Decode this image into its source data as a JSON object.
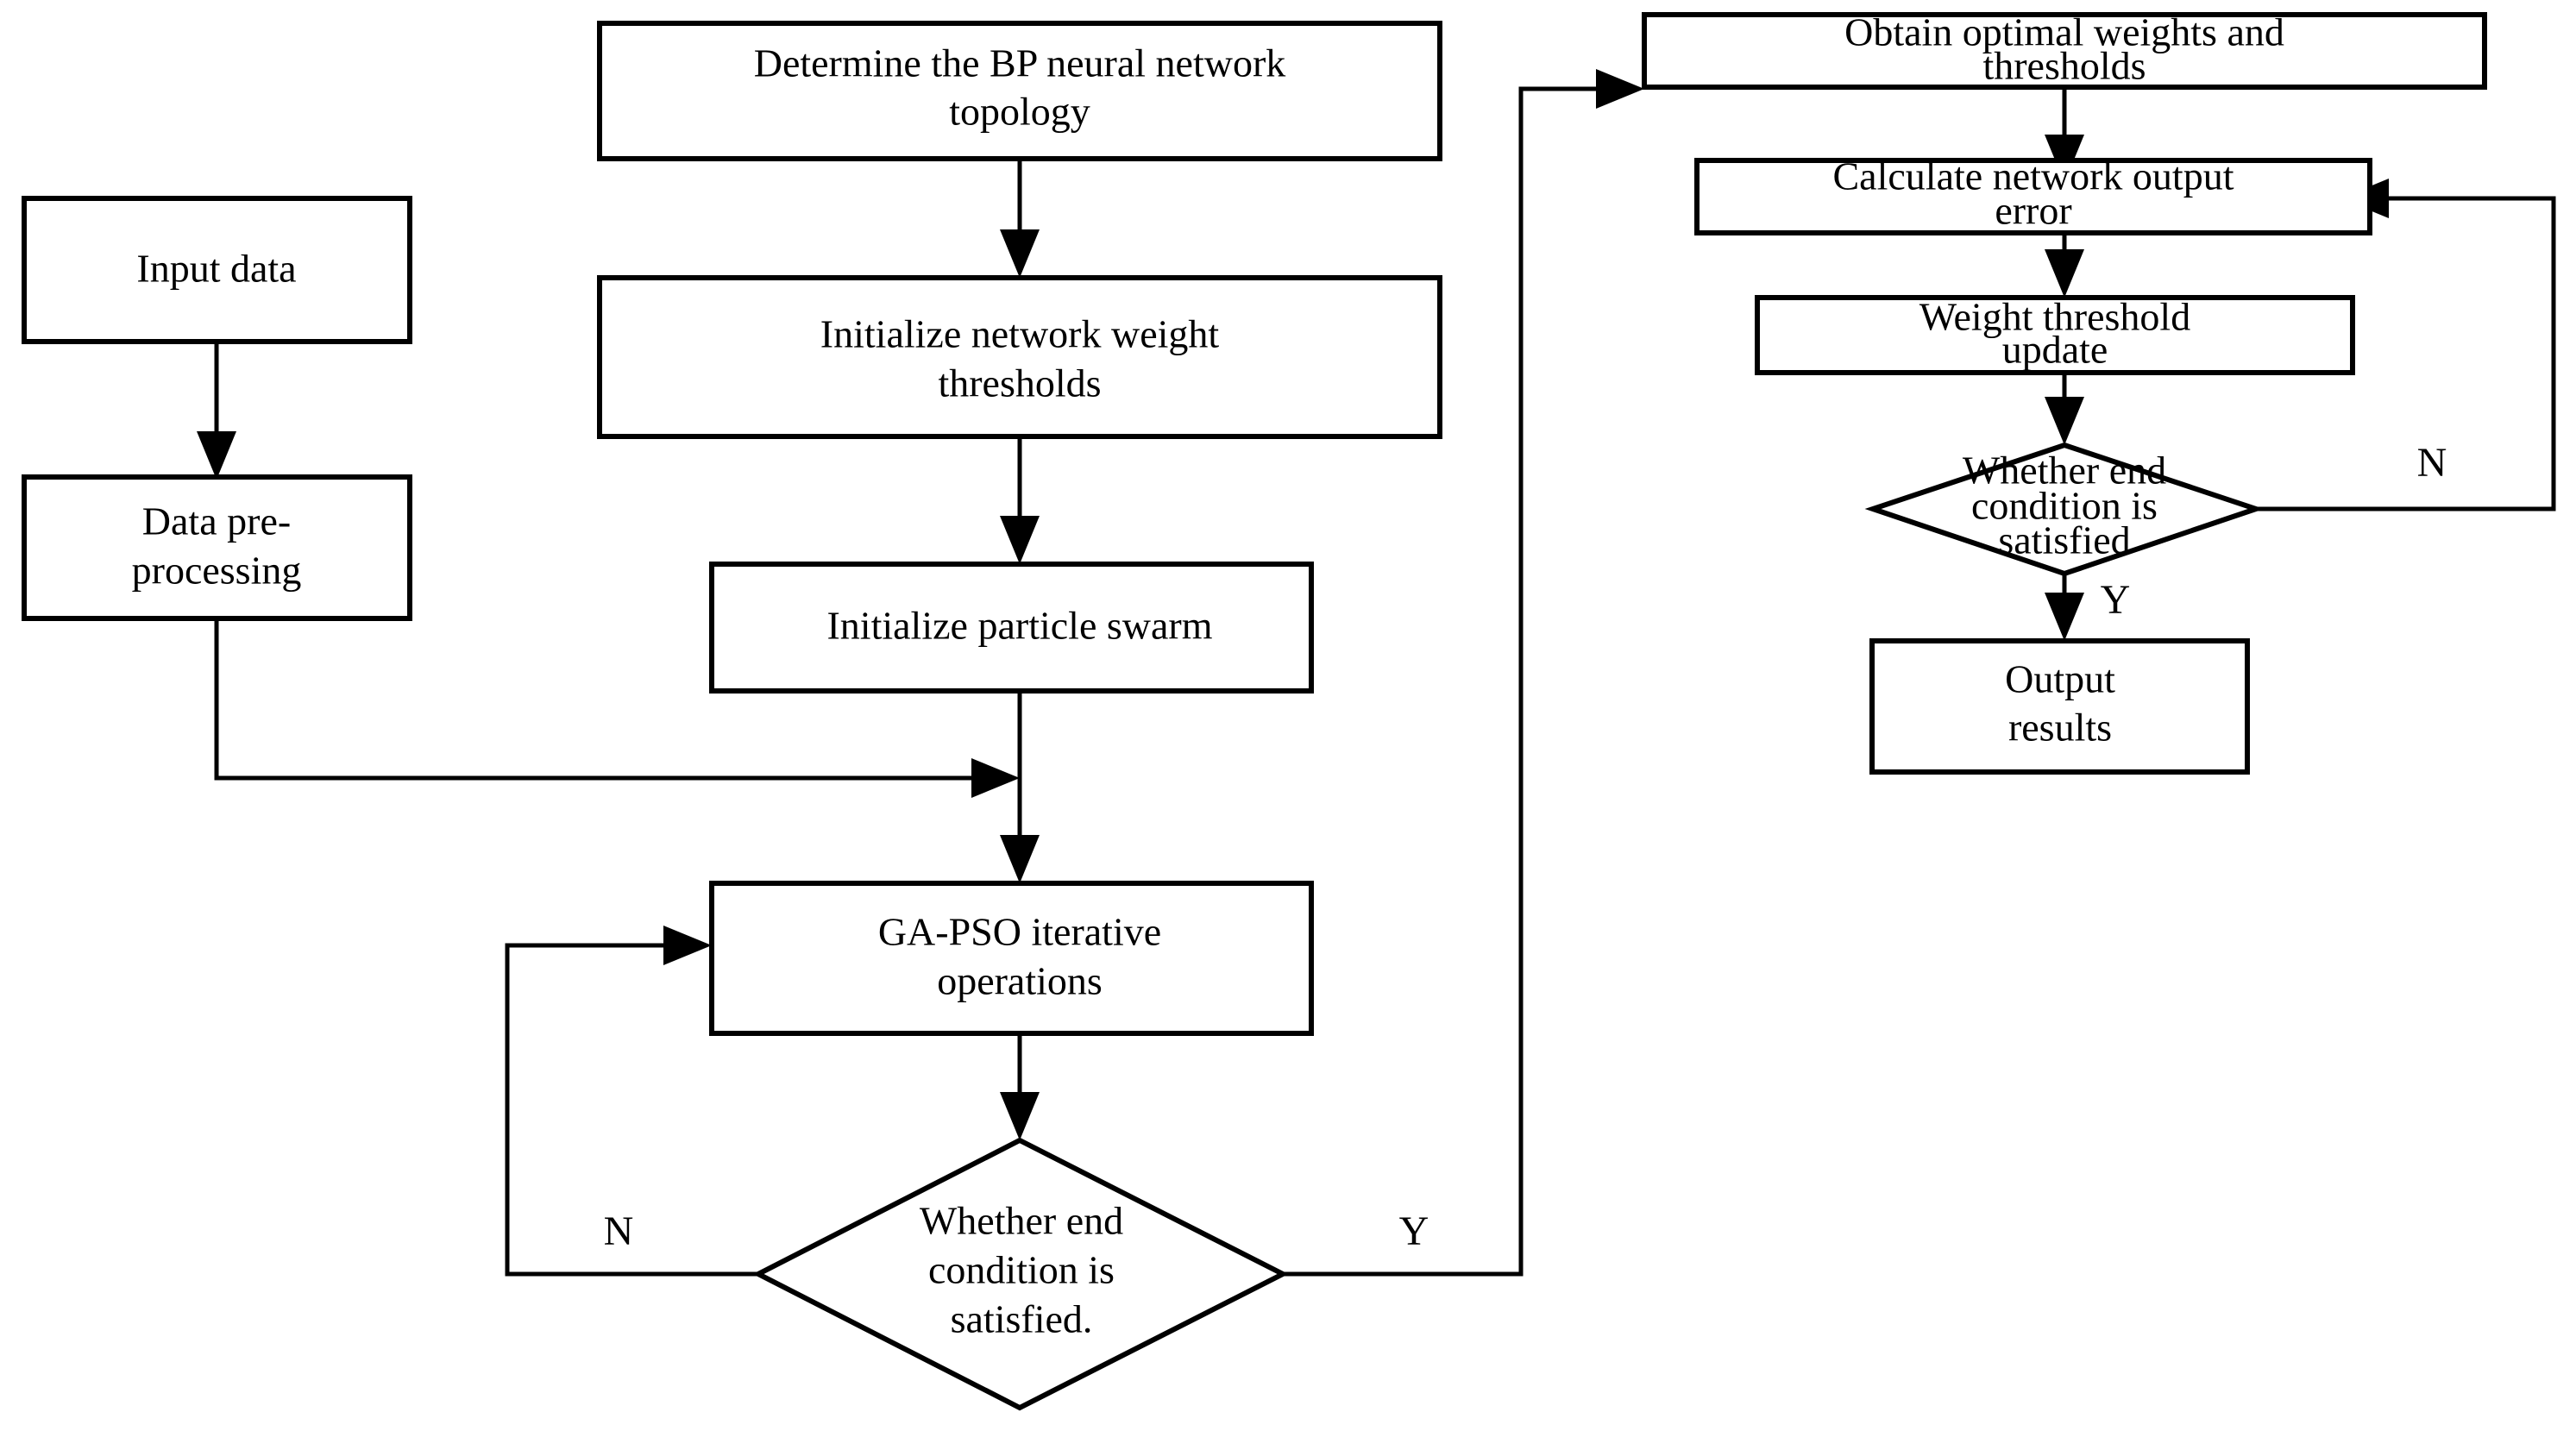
{
  "diagram": {
    "type": "flowchart",
    "title": "GA-PSO optimized BP neural network flowchart",
    "background_color": "#ffffff",
    "line_color": "#000000",
    "nodes": [
      {
        "id": "input-data",
        "shape": "rectangle",
        "label": "Input data"
      },
      {
        "id": "data-preprocessing",
        "shape": "rectangle",
        "label_line1": "Data pre-",
        "label_line2": "processing"
      },
      {
        "id": "determine-topology",
        "shape": "rectangle",
        "label_line1": "Determine the BP neural network",
        "label_line2": "topology"
      },
      {
        "id": "init-weight-thresholds",
        "shape": "rectangle",
        "label_line1": "Initialize network weight",
        "label_line2": "thresholds"
      },
      {
        "id": "init-particle-swarm",
        "shape": "rectangle",
        "label": "Initialize particle swarm"
      },
      {
        "id": "ga-pso-iterative",
        "shape": "rectangle",
        "label_line1": "GA-PSO iterative",
        "label_line2": "operations"
      },
      {
        "id": "decision-left",
        "shape": "diamond",
        "label_line1": "Whether end",
        "label_line2": "condition is",
        "label_line3": "satisfied."
      },
      {
        "id": "obtain-optimal",
        "shape": "rectangle",
        "label_line1": "Obtain optimal weights and",
        "label_line2": "thresholds"
      },
      {
        "id": "calculate-error",
        "shape": "rectangle",
        "label_line1": "Calculate network output",
        "label_line2": "error"
      },
      {
        "id": "weight-threshold-update",
        "shape": "rectangle",
        "label_line1": "Weight threshold",
        "label_line2": "update"
      },
      {
        "id": "decision-right",
        "shape": "diamond",
        "label_line1": "Whether end",
        "label_line2": "condition is",
        "label_line3": "satisfied"
      },
      {
        "id": "output-results",
        "shape": "rectangle",
        "label_line1": "Output",
        "label_line2": "results"
      }
    ],
    "edge_labels": {
      "left_no": "N",
      "left_yes": "Y",
      "right_no": "N",
      "right_yes": "Y"
    },
    "edges": [
      {
        "from": "input-data",
        "to": "data-preprocessing",
        "label": ""
      },
      {
        "from": "data-preprocessing",
        "to": "ga-pso-iterative",
        "label": ""
      },
      {
        "from": "determine-topology",
        "to": "init-weight-thresholds",
        "label": ""
      },
      {
        "from": "init-weight-thresholds",
        "to": "init-particle-swarm",
        "label": ""
      },
      {
        "from": "init-particle-swarm",
        "to": "ga-pso-iterative",
        "label": ""
      },
      {
        "from": "ga-pso-iterative",
        "to": "decision-left",
        "label": ""
      },
      {
        "from": "decision-left",
        "to": "ga-pso-iterative",
        "label": "N"
      },
      {
        "from": "decision-left",
        "to": "obtain-optimal",
        "label": "Y"
      },
      {
        "from": "obtain-optimal",
        "to": "calculate-error",
        "label": ""
      },
      {
        "from": "calculate-error",
        "to": "weight-threshold-update",
        "label": ""
      },
      {
        "from": "weight-threshold-update",
        "to": "decision-right",
        "label": ""
      },
      {
        "from": "decision-right",
        "to": "calculate-error",
        "label": "N"
      },
      {
        "from": "decision-right",
        "to": "output-results",
        "label": "Y"
      }
    ]
  }
}
